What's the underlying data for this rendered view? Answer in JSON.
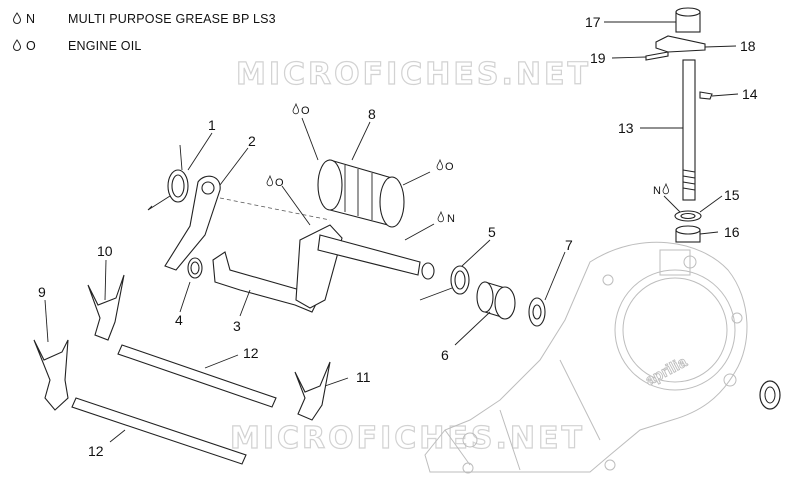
{
  "legend": [
    {
      "code": "N",
      "text": "MULTI PURPOSE GREASE BP LS3"
    },
    {
      "code": "O",
      "text": "ENGINE OIL"
    }
  ],
  "watermark": "MICROFICHES.NET",
  "brand_on_cover": "aprilia",
  "callouts": {
    "p1": "1",
    "p2": "2",
    "p3": "3",
    "p4": "4",
    "p5": "5",
    "p6": "6",
    "p7": "7",
    "p8": "8",
    "p9": "9",
    "p10": "10",
    "p11": "11",
    "p12a": "12",
    "p12b": "12",
    "p13": "13",
    "p14": "14",
    "p15": "15",
    "p16": "16",
    "p17": "17",
    "p18": "18",
    "p19": "19"
  },
  "lube_marks": {
    "oil_8": "O",
    "oil_drum_right": "O",
    "oil_shaft": "O",
    "grease_shaft": "N",
    "grease_15": "N"
  },
  "colors": {
    "line": "#222222",
    "ghost": "#bdbdbd",
    "watermark_stroke": "#d2d2d2"
  }
}
